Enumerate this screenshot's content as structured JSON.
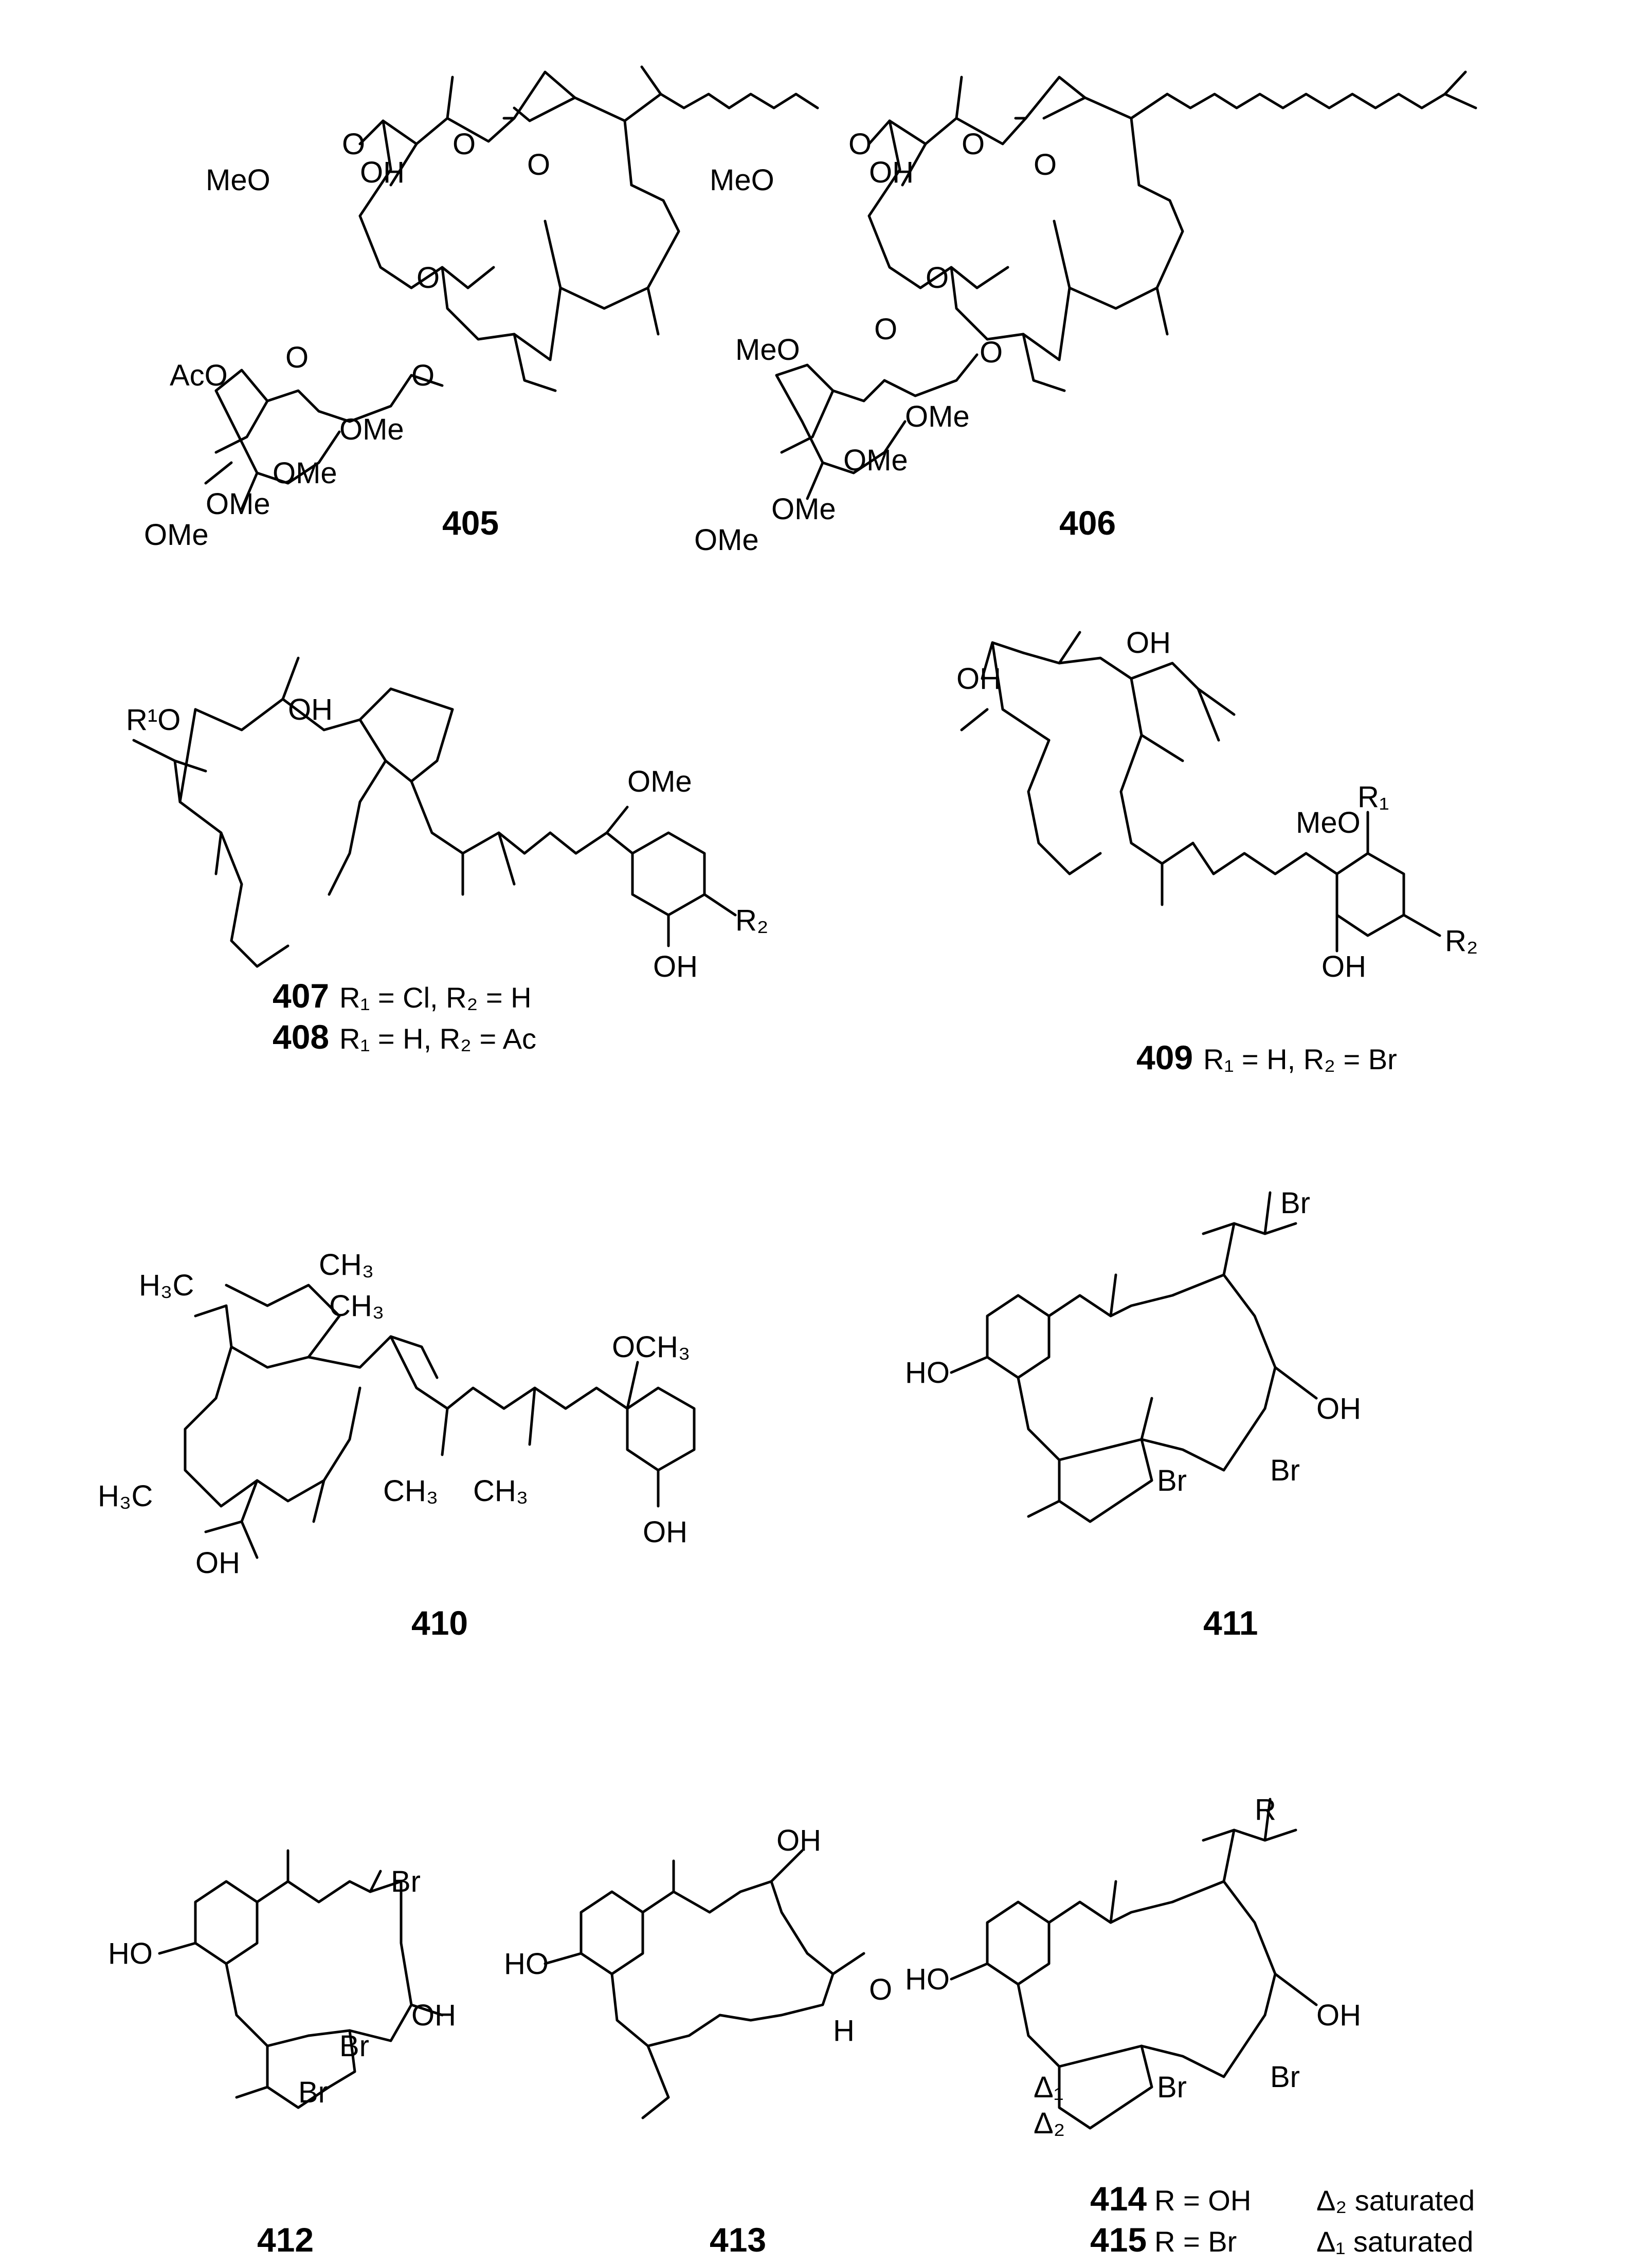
{
  "compounds": [
    {
      "id": "405",
      "labels": {
        "oh": "OH",
        "o_ketone": "O",
        "o_ester": "O",
        "o_ring": "O",
        "meo": "MeO",
        "aco": "AcO",
        "o_sugar": "O",
        "ome1": "OMe",
        "ome2": "OMe",
        "ome3": "OMe",
        "ome4": "OMe",
        "o_link": "O",
        "o_sugar2": "O"
      }
    },
    {
      "id": "406",
      "labels": {
        "oh": "OH",
        "o_ketone": "O",
        "o_ester": "O",
        "o_ring": "O",
        "meo": "MeO",
        "meo2": "MeO",
        "o_sugar": "O",
        "ome1": "OMe",
        "ome2": "OMe",
        "ome3": "OMe",
        "ome4": "OMe",
        "o_link": "O",
        "o_sugar2": "O"
      }
    },
    {
      "id": "407",
      "caption": "R₁ = Cl, R₂ = H",
      "labels": {
        "oh": "OH",
        "r1o": "R¹O",
        "ome": "OMe",
        "oh_ar": "OH",
        "r2": "R₂"
      }
    },
    {
      "id": "408",
      "caption": "R₁ = H, R₂ = Ac"
    },
    {
      "id": "409",
      "caption": "R₁ = H, R₂ = Br",
      "labels": {
        "oh": "OH",
        "oh2": "OH",
        "meo": "MeO",
        "r1": "R₁",
        "r2": "R₂",
        "oh_ar": "OH"
      }
    },
    {
      "id": "410",
      "labels": {
        "h3c": "H₃C",
        "ch3a": "CH₃",
        "ch3b": "CH₃",
        "och3": "OCH₃",
        "h3c2": "H₃C",
        "oh": "OH",
        "ch3c": "CH₃",
        "ch3d": "CH₃",
        "oh_ar": "OH"
      }
    },
    {
      "id": "411",
      "labels": {
        "br": "Br",
        "ho": "HO",
        "oh": "OH",
        "br2": "Br",
        "br3": "Br"
      }
    },
    {
      "id": "412",
      "labels": {
        "br": "Br",
        "ho": "HO",
        "oh": "OH",
        "br2": "Br",
        "br3": "Br"
      }
    },
    {
      "id": "413",
      "labels": {
        "oh": "OH",
        "ho": "HO",
        "o_ep": "O",
        "h": "H"
      }
    },
    {
      "id": "414",
      "caption_r": "R = OH",
      "caption_d": "Δ₂ saturated",
      "labels": {
        "r": "R",
        "ho": "HO",
        "oh": "OH",
        "br": "Br",
        "br2": "Br",
        "d1": "Δ₁",
        "d2": "Δ₂"
      }
    },
    {
      "id": "415",
      "caption_r": "R = Br",
      "caption_d": "Δ₁ saturated"
    }
  ]
}
